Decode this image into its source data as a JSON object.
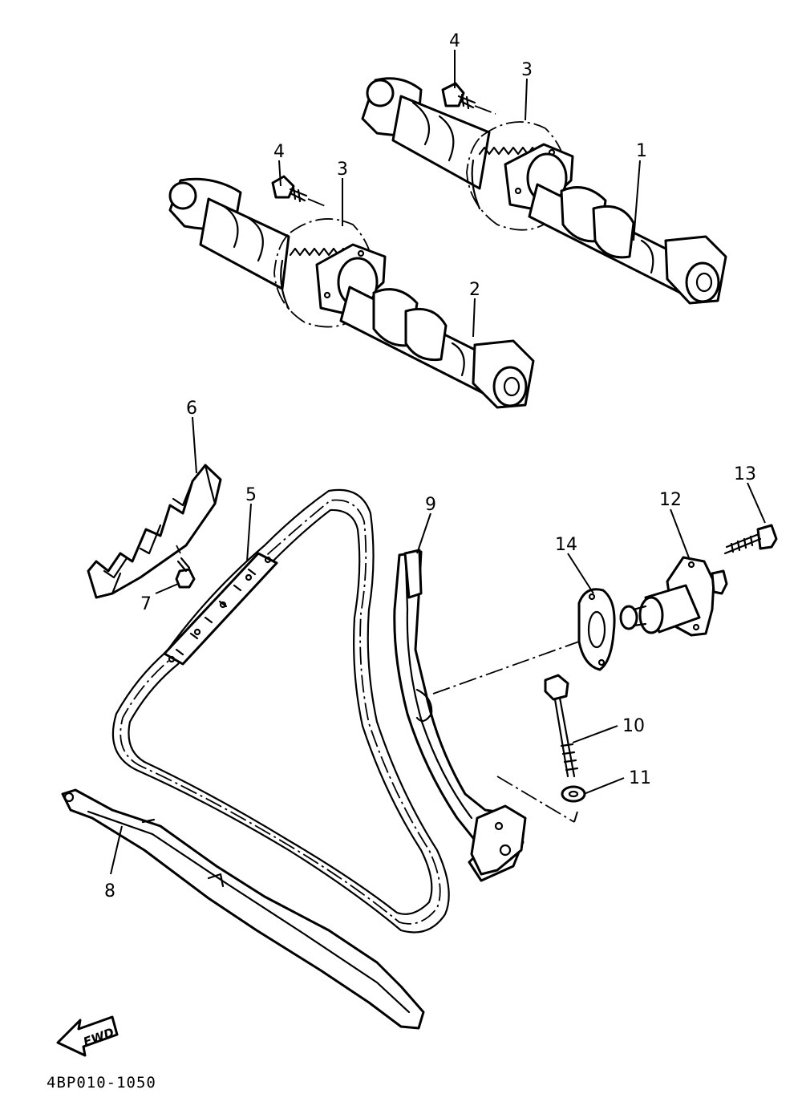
{
  "diagram": {
    "labels": {
      "p1": "1",
      "p2": "2",
      "p3a": "3",
      "p3b": "3",
      "p4a": "4",
      "p4b": "4",
      "p5": "5",
      "p6": "6",
      "p7": "7",
      "p8": "8",
      "p9": "9",
      "p10": "10",
      "p11": "11",
      "p12": "12",
      "p13": "13",
      "p14": "14"
    },
    "fwd_text": "FWD",
    "drawing_code": "4BP010-1050",
    "icons": [
      "camshaft",
      "cam-sprocket",
      "bolt",
      "timing-chain",
      "chain-guide",
      "tensioner",
      "gasket",
      "washer",
      "fwd-arrow"
    ]
  }
}
